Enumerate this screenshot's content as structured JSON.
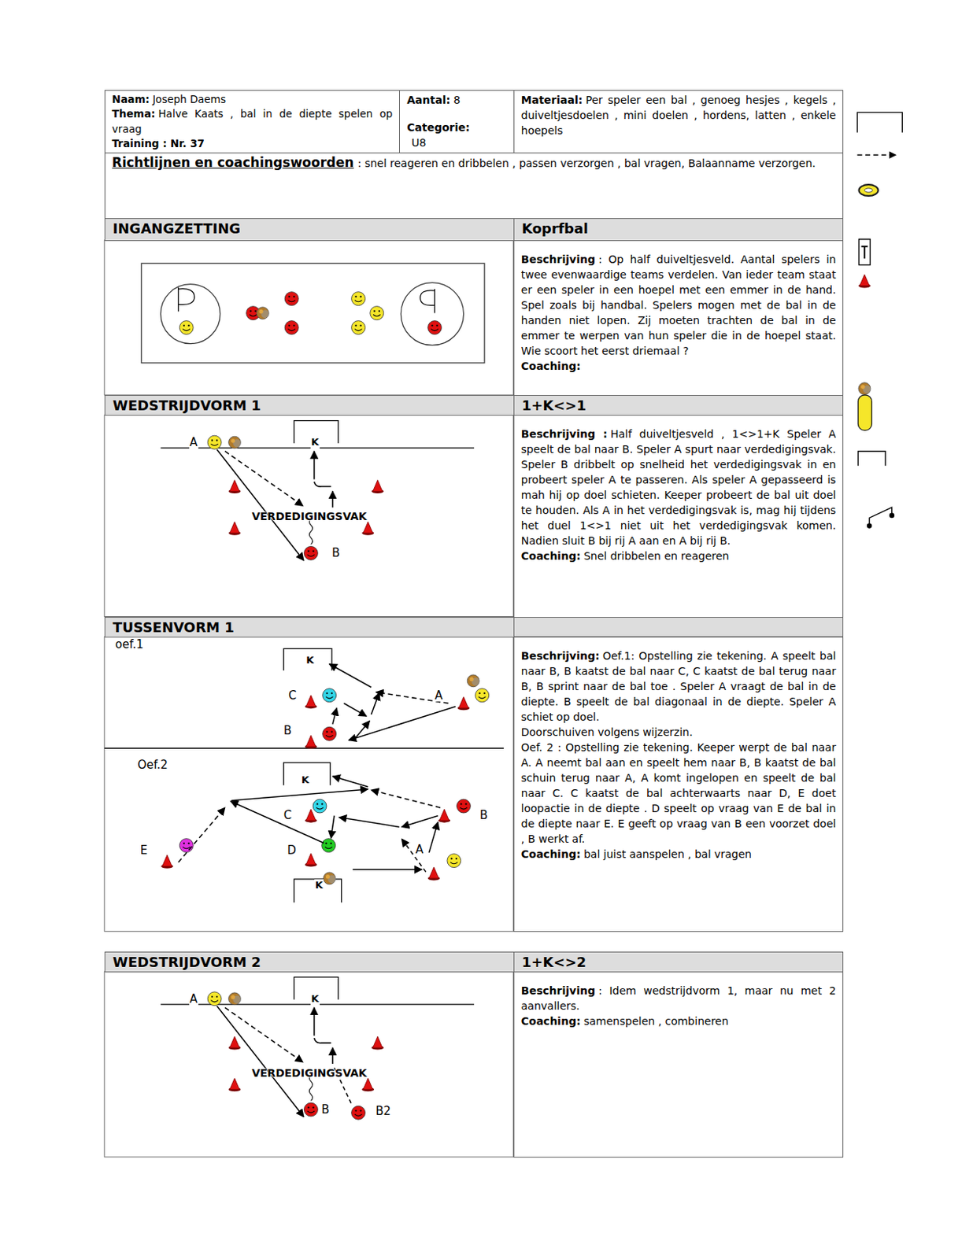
{
  "diagram": {
    "nodes": [
      {
        "text": [
          "Naam:",
          "Joseph Daems",
          "Thema:",
          "Halve Kaats , bal in de diepte spelen op vraag",
          "Training : Nr. 37"
        ]
      },
      {
        "text": [
          "Aantal:",
          "8",
          "Categorie:",
          "U8"
        ]
      },
      {
        "text": [
          "Materiaal:",
          "Per speler een bal , genoeg hesjes , kegels , duiveltjesdoelen , mini doelen , hordens, latten , enkele hoepels"
        ]
      },
      {
        "text": [
          "Richtlijnen en coachingswoorden",
          ": snel reageren en dribbelen , passen verzorgen , bal vragen, Balaanname verzorgen."
        ]
      },
      {
        "text": [
          "INGANGZETTING"
        ]
      },
      {
        "text": [
          "Koprfbal"
        ]
      },
      {
        "text": [
          "Beschrijving",
          ": Op half duiveltjesveld. Aantal spelers in twee evenwaardige teams verdelen. Van ieder team staat er een speler in een hoepel met een emmer in de hand. Spel zoals bij handbal. Spelers mogen met de bal in de handen niet lopen. Zij moeten trachten de bal in de emmer te werpen van hun speler die in de hoepel staat. Wie scoort het eerst driemaal ?",
          "Coaching:"
        ]
      },
      {
        "text": [
          "WEDSTRIJDVORM 1"
        ]
      },
      {
        "text": [
          "1+K<>1"
        ]
      },
      {
        "text": [
          "Beschrijving :",
          "Half duiveltjesveld , 1<>1+K Speler A speelt de bal naar B. Speler A spurt naar verdedigingsvak. Speler B dribbelt op snelheid het verdedigingsvak in en probeert speler A te passeren. Als speler A gepasseerd is mah hij op doel schieten. Keeper probeert de bal uit doel te houden. Als A in het verdedigingsvak is, mag hij tijdens het duel 1<>1 niet uit het verdedigingsvak komen. Nadien sluit B bij rij A aan en A bij rij B.",
          "Coaching:",
          "Snel dribbelen en reageren"
        ]
      },
      {
        "text": [
          "TUSSENVORM 1"
        ]
      },
      {
        "text": [
          "Beschrijving:",
          "Oef.1: Opstelling zie tekening. A speelt bal naar B, B kaatst de bal naar C, C kaatst de bal terug naar B, B sprint naar de bal toe . Speler A vraagt de bal in de diepte. B speelt de bal diagonaal in de diepte. Speler A schiet op doel.",
          "Doorschuiven volgens wijzerzin.",
          "Oef. 2 : Opstelling zie tekening. Keeper werpt de bal naar A. A neemt bal aan en speelt hem naar B, B kaatst de bal schuin terug naar A, A komt ingelopen en speelt de bal naar C. C kaatst de bal achterwaarts naar D, E doet loopactie in de diepte . D speelt op vraag van E de bal in de diepte naar E. E geeft op vraag van B een voorzet doel , B werkt af.",
          "Coaching:",
          "bal juist aanspelen , bal vragen"
        ]
      },
      {
        "text": [
          "WEDSTRIJDVORM 2"
        ]
      },
      {
        "text": [
          "1+K<>2"
        ]
      },
      {
        "text": [
          "Beschrijving",
          ": Idem wedstrijdvorm 1, maar nu met 2 aanvallers.",
          "Coaching:",
          "samenspelen , combineren"
        ]
      }
    ],
    "labels": [
      "A",
      "K",
      "VERDEDIGINGSVAK",
      "B",
      "oef.1",
      "K",
      "C",
      "A",
      "B",
      "Oef.2",
      "K",
      "C",
      "B",
      "E",
      "D",
      "A",
      "K",
      "A",
      "K",
      "VERDEDIGINGSVAK",
      "B",
      "B2"
    ]
  }
}
